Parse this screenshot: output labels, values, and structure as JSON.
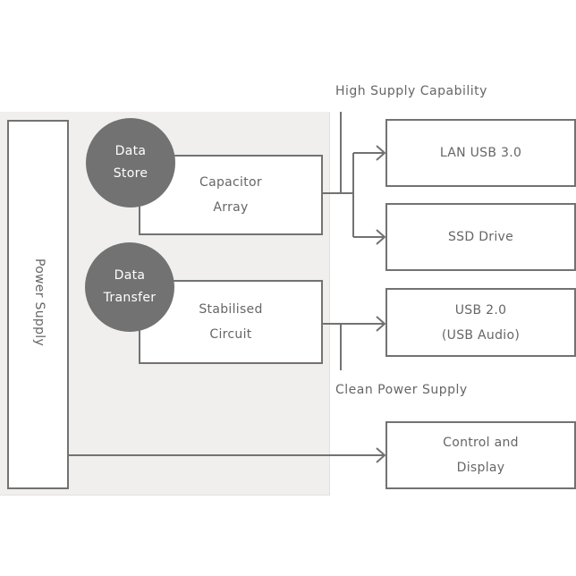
{
  "diagram": {
    "power_supply": {
      "label": "Power Supply"
    },
    "circles": [
      {
        "line1": "Data",
        "line2": "Store"
      },
      {
        "line1": "Data",
        "line2": "Transfer"
      }
    ],
    "inner_blocks": [
      {
        "line1": "Capacitor",
        "line2": "Array"
      },
      {
        "line1": "Stabilised",
        "line2": "Circuit"
      }
    ],
    "outputs": [
      {
        "line1": "LAN USB 3.0",
        "line2": ""
      },
      {
        "line1": "SSD Drive",
        "line2": ""
      },
      {
        "line1": "USB 2.0",
        "line2": "(USB Audio)"
      },
      {
        "line1": "Control and",
        "line2": "Display"
      }
    ],
    "annotations": {
      "high_supply": "High Supply Capability",
      "clean_power": "Clean Power Supply"
    },
    "colors": {
      "stroke": "#727272",
      "panel": "#f0efee",
      "text": "#666666"
    }
  }
}
